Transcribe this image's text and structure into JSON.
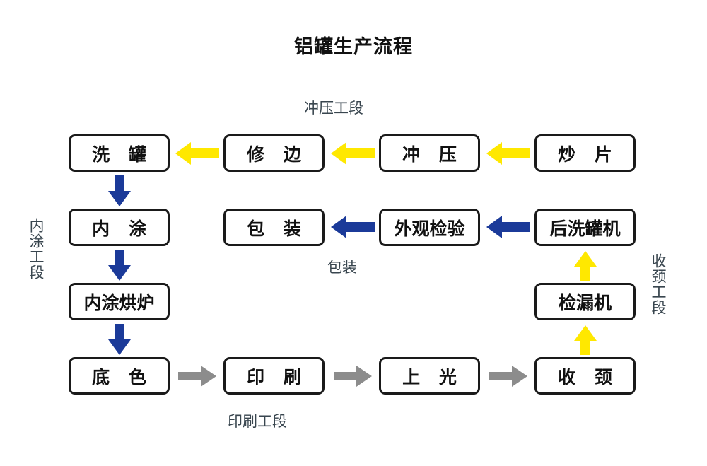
{
  "title": "铝罐生产流程",
  "palette": {
    "yellow": "#FFE800",
    "navy": "#1B3A99",
    "gray": "#8C8C8C",
    "box_border": "#1a1a1a",
    "section_text": "#39464f",
    "background": "#ffffff"
  },
  "sections": [
    {
      "id": "stamping",
      "label": "冲压工段",
      "orientation": "horizontal",
      "arrow_color": "#FFE800"
    },
    {
      "id": "inner-coat",
      "label": "内涂工段",
      "orientation": "vertical",
      "arrow_color": "#1B3A99"
    },
    {
      "id": "printing",
      "label": "印刷工段",
      "orientation": "horizontal",
      "arrow_color": "#8C8C8C"
    },
    {
      "id": "necking",
      "label": "收颈工段",
      "orientation": "vertical",
      "arrow_color": "#FFE800"
    },
    {
      "id": "packaging",
      "label": "包装",
      "orientation": "horizontal",
      "arrow_color": "#1B3A99"
    }
  ],
  "nodes": [
    {
      "id": "chao-pian",
      "label": "炒 片",
      "row": 1,
      "col": 4
    },
    {
      "id": "chong-ya",
      "label": "冲 压",
      "row": 1,
      "col": 3
    },
    {
      "id": "xiu-bian",
      "label": "修 边",
      "row": 1,
      "col": 2
    },
    {
      "id": "xi-guan",
      "label": "洗 罐",
      "row": 1,
      "col": 1
    },
    {
      "id": "nei-tu",
      "label": "内 涂",
      "row": 2,
      "col": 1
    },
    {
      "id": "bao-zhuang",
      "label": "包 装",
      "row": 2,
      "col": 2
    },
    {
      "id": "wai-guan",
      "label": "外观检验",
      "row": 2,
      "col": 3
    },
    {
      "id": "hou-xi-guan",
      "label": "后洗罐机",
      "row": 2,
      "col": 4
    },
    {
      "id": "nei-tu-hong",
      "label": "内涂烘炉",
      "row": 3,
      "col": 1
    },
    {
      "id": "jian-lou",
      "label": "检漏机",
      "row": 3,
      "col": 4
    },
    {
      "id": "di-se",
      "label": "底 色",
      "row": 4,
      "col": 1
    },
    {
      "id": "yin-shua",
      "label": "印 刷",
      "row": 4,
      "col": 2
    },
    {
      "id": "shang-guang",
      "label": "上 光",
      "row": 4,
      "col": 3
    },
    {
      "id": "shou-jing",
      "label": "收 颈",
      "row": 4,
      "col": 4
    }
  ],
  "edges": [
    {
      "id": "e1",
      "from": "chao-pian",
      "to": "chong-ya",
      "direction": "left",
      "color": "#FFE800"
    },
    {
      "id": "e2",
      "from": "chong-ya",
      "to": "xiu-bian",
      "direction": "left",
      "color": "#FFE800"
    },
    {
      "id": "e3",
      "from": "xiu-bian",
      "to": "xi-guan",
      "direction": "left",
      "color": "#FFE800"
    },
    {
      "id": "e4",
      "from": "xi-guan",
      "to": "nei-tu",
      "direction": "down",
      "color": "#1B3A99"
    },
    {
      "id": "e5",
      "from": "nei-tu",
      "to": "nei-tu-hong",
      "direction": "down",
      "color": "#1B3A99"
    },
    {
      "id": "e6",
      "from": "nei-tu-hong",
      "to": "di-se",
      "direction": "down",
      "color": "#1B3A99"
    },
    {
      "id": "e7",
      "from": "di-se",
      "to": "yin-shua",
      "direction": "right",
      "color": "#8C8C8C"
    },
    {
      "id": "e8",
      "from": "yin-shua",
      "to": "shang-guang",
      "direction": "right",
      "color": "#8C8C8C"
    },
    {
      "id": "e9",
      "from": "shang-guang",
      "to": "shou-jing",
      "direction": "right",
      "color": "#8C8C8C"
    },
    {
      "id": "e10",
      "from": "shou-jing",
      "to": "jian-lou",
      "direction": "up",
      "color": "#FFE800"
    },
    {
      "id": "e11",
      "from": "jian-lou",
      "to": "hou-xi-guan",
      "direction": "up",
      "color": "#FFE800"
    },
    {
      "id": "e12",
      "from": "hou-xi-guan",
      "to": "wai-guan",
      "direction": "left",
      "color": "#1B3A99"
    },
    {
      "id": "e13",
      "from": "wai-guan",
      "to": "bao-zhuang",
      "direction": "left",
      "color": "#1B3A99"
    }
  ]
}
